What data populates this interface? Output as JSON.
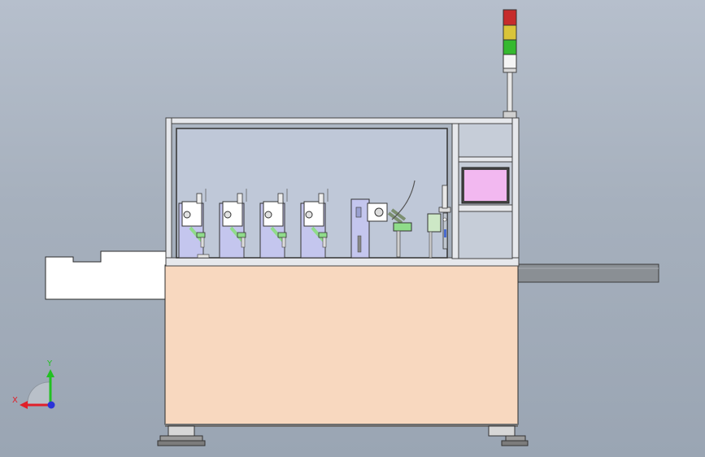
{
  "triad": {
    "x_label": "X",
    "y_label": "Y"
  },
  "signal_tower": {
    "lamps": [
      {
        "name": "red",
        "color": "#c62b2b"
      },
      {
        "name": "yellow",
        "color": "#d9c43a"
      },
      {
        "name": "green",
        "color": "#35b92f"
      },
      {
        "name": "white",
        "color": "#f4f4f4"
      }
    ]
  },
  "colors": {
    "cabinet_panel": "#f8d8bf",
    "enclosure_glass": "#bfc8d8",
    "hmi_screen": "#f2b8f0",
    "module_plate": "#c4c6ee",
    "accent_green": "#8fdc8a",
    "axis_x": "#e0202a",
    "axis_y": "#22c022",
    "axis_z": "#2a33d8"
  },
  "stations": {
    "modules": [
      {
        "name": "module-1"
      },
      {
        "name": "module-2"
      },
      {
        "name": "module-3"
      },
      {
        "name": "module-4"
      }
    ]
  }
}
